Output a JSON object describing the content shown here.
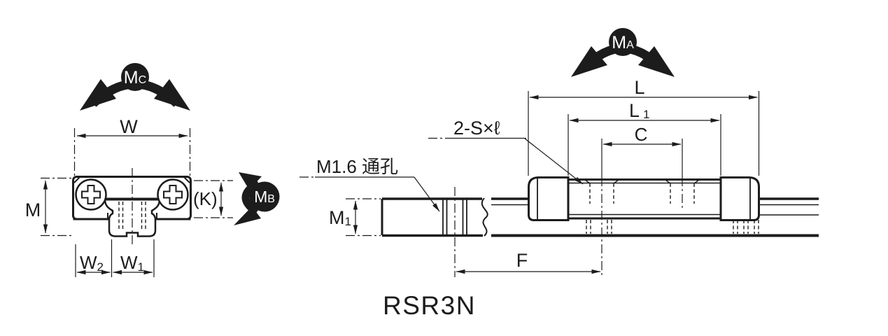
{
  "colors": {
    "ink": "#1c1c1c",
    "paper": "#ffffff"
  },
  "model_label": "RSR3N",
  "moments": {
    "ma": {
      "main": "M",
      "sub": "A"
    },
    "mb": {
      "main": "M",
      "sub": "B"
    },
    "mc": {
      "main": "M",
      "sub": "C"
    }
  },
  "front_view": {
    "dims": {
      "w": "W",
      "m": "M",
      "k": "(K)",
      "w1": {
        "main": "W",
        "sub": "1"
      },
      "w2": {
        "main": "W",
        "sub": "2"
      }
    }
  },
  "side_view": {
    "dims": {
      "l": "L",
      "l1": {
        "main": "L",
        "sub": "1"
      },
      "c": "C",
      "m1": {
        "main": "M",
        "sub": "1"
      },
      "f": "F"
    },
    "notes": {
      "mounting_screw": "2-S×ℓ",
      "rail_hole": "M1.6 通孔"
    }
  }
}
